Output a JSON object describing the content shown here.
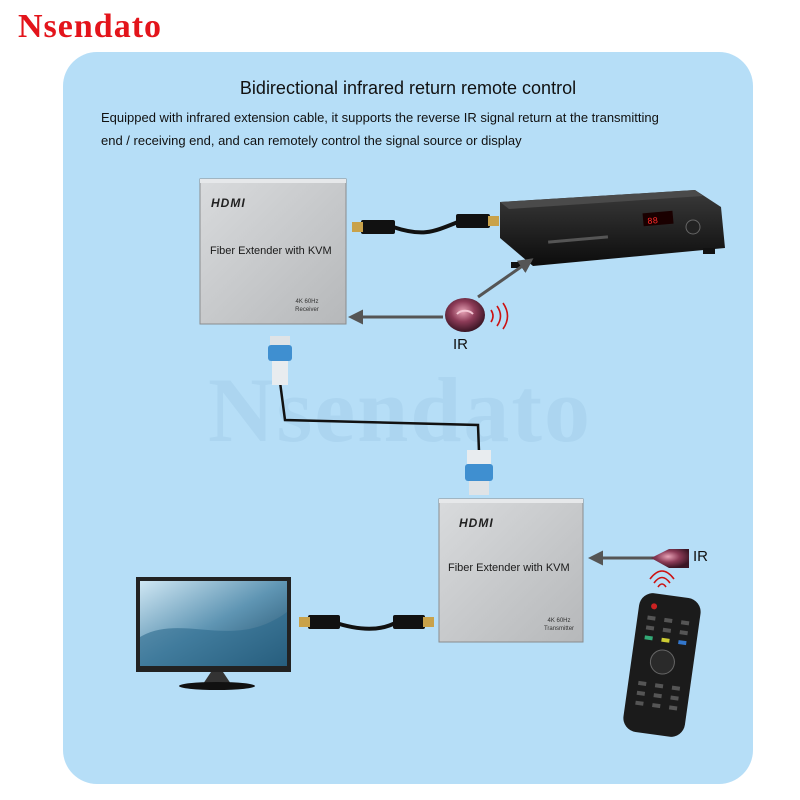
{
  "brand": "Nsendato",
  "watermark": "Nsendato",
  "title": "Bidirectional infrared return remote control",
  "description_lines": [
    "Equipped with infrared extension cable, it supports the reverse IR signal return at the transmitting",
    "end / receiving end, and can remotely control the signal source or display"
  ],
  "receiver": {
    "logo": "HDMI",
    "name": "Fiber Extender with KVM",
    "spec": "4K  60Hz",
    "role": "Receiver"
  },
  "transmitter": {
    "logo": "HDMI",
    "name": "Fiber Extender with KVM",
    "spec": "4K  60Hz",
    "role": "Transmitter"
  },
  "ir_labels": [
    "IR",
    "IR"
  ],
  "dvd_display": "88",
  "colors": {
    "brand": "#e3141b",
    "panel": "#b6def7",
    "arrow": "#555555",
    "box": "#c9cbcd"
  }
}
